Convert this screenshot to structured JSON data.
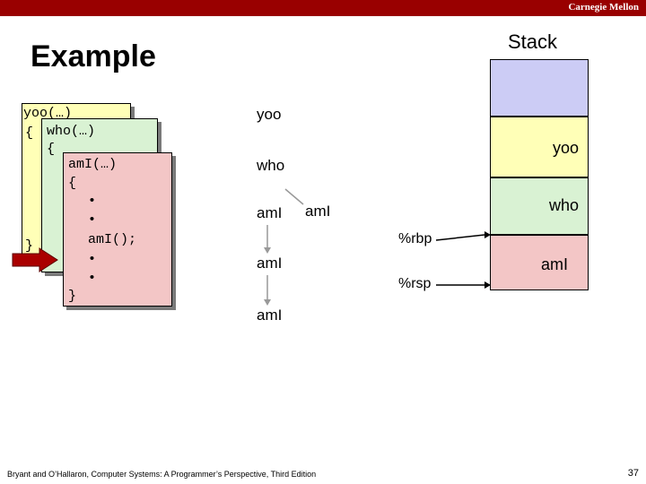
{
  "header": {
    "brand": "Carnegie Mellon"
  },
  "slide": {
    "title": "Example",
    "stack_label": "Stack"
  },
  "code": {
    "yoo": {
      "line1": "yoo(…)",
      "line2": "{",
      "line3": "}"
    },
    "who": {
      "line1": "who(…)",
      "line2": "{"
    },
    "amI": {
      "line1": "amI(…)",
      "line2": "{",
      "line3": "•",
      "line4": "•",
      "line5": "amI();",
      "line6": "•",
      "line7": "•",
      "line8": "}"
    }
  },
  "call_tree": {
    "yoo": "yoo",
    "who": "who",
    "ami1": "amI",
    "ami2": "amI",
    "ami3": "amI",
    "ami4": "amI"
  },
  "stack": {
    "frames": [
      "yoo",
      "who",
      "amI"
    ],
    "registers": {
      "rbp": "%rbp",
      "rsp": "%rsp"
    }
  },
  "colors": {
    "brand_bar": "#990000",
    "yoo": "#ffffb7",
    "who": "#d9f2d3",
    "amI": "#f3c6c6",
    "stack_top": "#ccccf5",
    "arrow": "#aa0000"
  },
  "footer": {
    "citation": "Bryant and O’Hallaron, Computer Systems: A Programmer’s Perspective, Third Edition",
    "page": "37"
  }
}
